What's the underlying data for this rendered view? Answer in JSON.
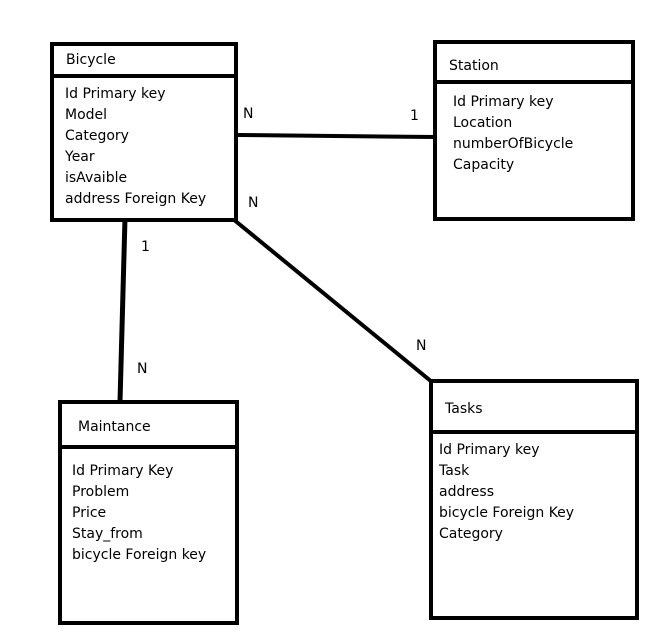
{
  "entities": {
    "bicycle": {
      "title": "Bicycle",
      "fields": [
        "Id Primary key",
        "Model",
        "Category",
        "Year",
        "isAvaible",
        "address Foreign Key"
      ]
    },
    "station": {
      "title": "Station",
      "fields": [
        "Id Primary key",
        "Location",
        "numberOfBicycle",
        "Capacity"
      ]
    },
    "maintance": {
      "title": "Maintance",
      "fields": [
        "Id Primary Key",
        "Problem",
        "Price",
        "Stay_from",
        "bicycle Foreign key"
      ]
    },
    "tasks": {
      "title": "Tasks",
      "fields": [
        "Id Primary key",
        "Task",
        "address",
        "bicycle Foreign Key",
        "Category"
      ]
    }
  },
  "relations": {
    "bicycle_station": {
      "from": "N",
      "to": "1"
    },
    "bicycle_maintance": {
      "from": "1",
      "to": "N"
    },
    "bicycle_tasks": {
      "from": "N",
      "to": "N"
    }
  }
}
